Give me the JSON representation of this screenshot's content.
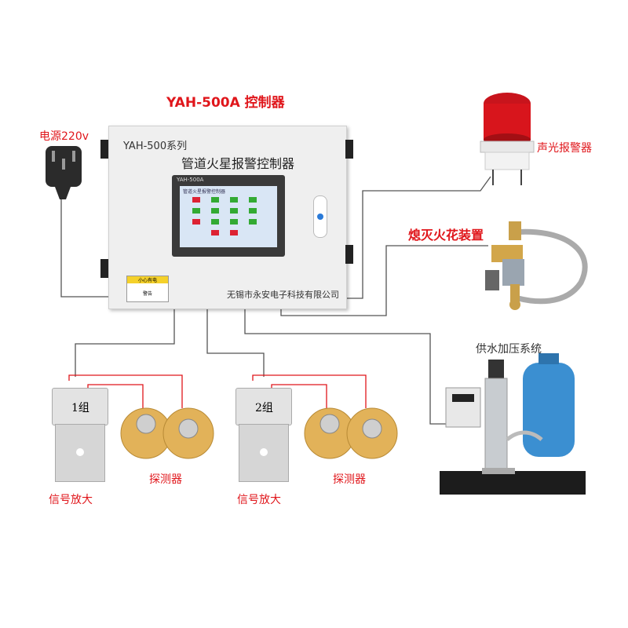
{
  "title": "YAH-500A  控制器",
  "power": {
    "label": "电源220v"
  },
  "controller": {
    "series": "YAH-500系列",
    "name": "管道火星报警控制器",
    "screen_model": "YAH-500A",
    "screen_header": "管道火星报警控制器",
    "company": "无锡市永安电子科技有限公司",
    "warning_top": "小心有电",
    "warning_bottom": "警告"
  },
  "alarm": {
    "label": "声光报警器"
  },
  "extinguisher": {
    "label": "熄灭火花装置"
  },
  "pump": {
    "label": "供水加压系统"
  },
  "groups": [
    {
      "box_label": "1组",
      "amp_label": "信号放大",
      "detector_label": "探测器"
    },
    {
      "box_label": "2组",
      "amp_label": "信号放大",
      "detector_label": "探测器"
    }
  ],
  "colors": {
    "label_red": "#e0161b",
    "panel": "#efefef",
    "wire": "#555555",
    "detector": "#e2b259"
  }
}
